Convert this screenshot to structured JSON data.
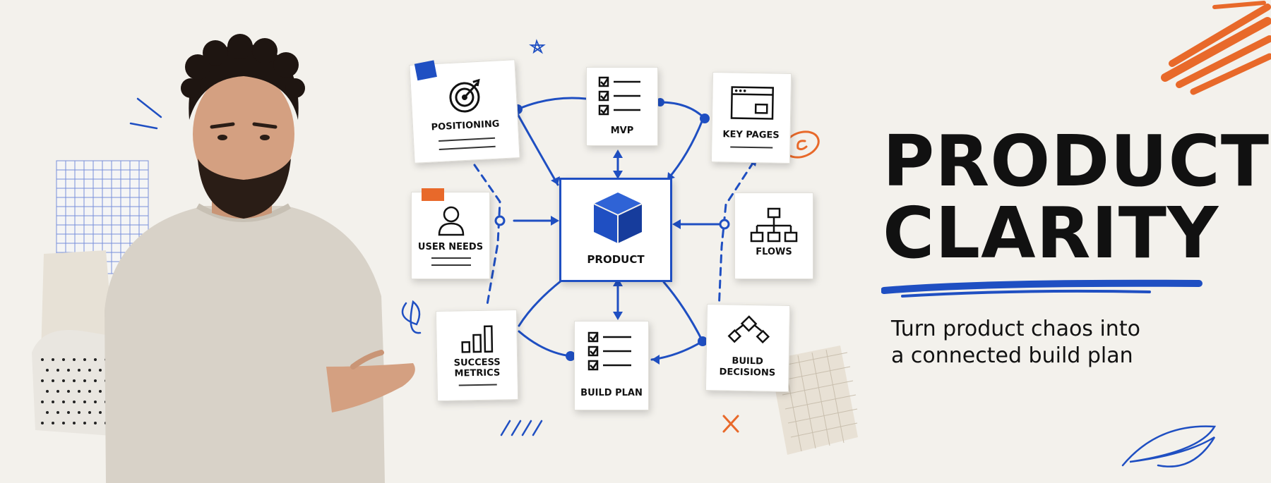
{
  "headline": {
    "line1": "PRODUCT",
    "line2": "CLARITY"
  },
  "subtitle": {
    "line1": "Turn product chaos into",
    "line2": "a connected build plan"
  },
  "center_card": {
    "label": "PRODUCT",
    "icon": "cube-icon"
  },
  "cards": [
    {
      "key": "positioning",
      "label": "POSITIONING",
      "icon": "target-icon"
    },
    {
      "key": "mvp",
      "label": "MVP",
      "icon": "checklist-icon"
    },
    {
      "key": "key_pages",
      "label": "KEY PAGES",
      "icon": "browser-window-icon"
    },
    {
      "key": "user_needs",
      "label": "USER NEEDS",
      "icon": "user-icon"
    },
    {
      "key": "flows",
      "label": "FLOWS",
      "icon": "flowchart-icon"
    },
    {
      "key": "success_metrics",
      "label1": "SUCCESS",
      "label2": "METRICS",
      "icon": "bar-chart-icon"
    },
    {
      "key": "build_plan",
      "label": "BUILD PLAN",
      "icon": "checklist-icon"
    },
    {
      "key": "build_decisions",
      "label1": "BUILD",
      "label2": "DECISIONS",
      "icon": "decision-tree-icon"
    }
  ],
  "colors": {
    "accent_blue": "#1f4fc2",
    "accent_orange": "#e8692a",
    "paper": "#f3f1ec",
    "ink": "#111111"
  }
}
